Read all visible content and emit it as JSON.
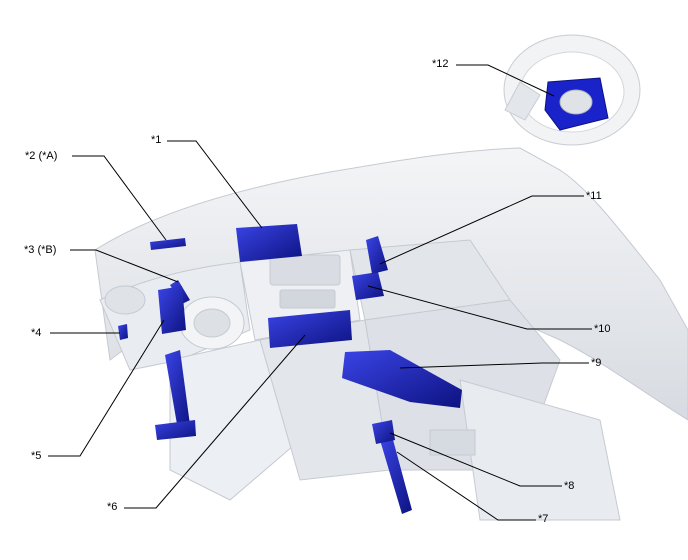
{
  "labels": {
    "l1": "*1",
    "l2": "*2 (*A)",
    "l3": "*3 (*B)",
    "l4": "*4",
    "l5": "*5",
    "l6": "*6",
    "l7": "*7",
    "l8": "*8",
    "l9": "*9",
    "l10": "*10",
    "l11": "*11",
    "l12": "*12"
  },
  "colors": {
    "component": "#1a22c9",
    "component_dark": "#0d1280",
    "interior": "#e6e9ee",
    "interior_shade": "#cfd4db",
    "leader": "#000000"
  }
}
